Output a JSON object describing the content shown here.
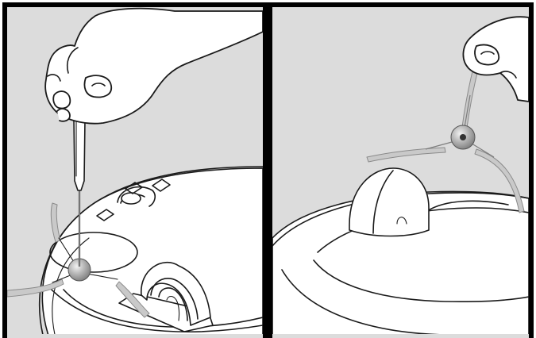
{
  "figure": {
    "panels": [
      {
        "id": "left",
        "icon_name": "screwdriver-removing-side-brush-illustration"
      },
      {
        "id": "right",
        "icon_name": "hand-pulling-off-side-brush-illustration"
      }
    ],
    "colors": {
      "background": "#dcdcdc",
      "border": "#000000",
      "line": "#1a1a1a",
      "brush_hub": "#a9a9a9",
      "bristles": "#c9c9c9"
    }
  }
}
